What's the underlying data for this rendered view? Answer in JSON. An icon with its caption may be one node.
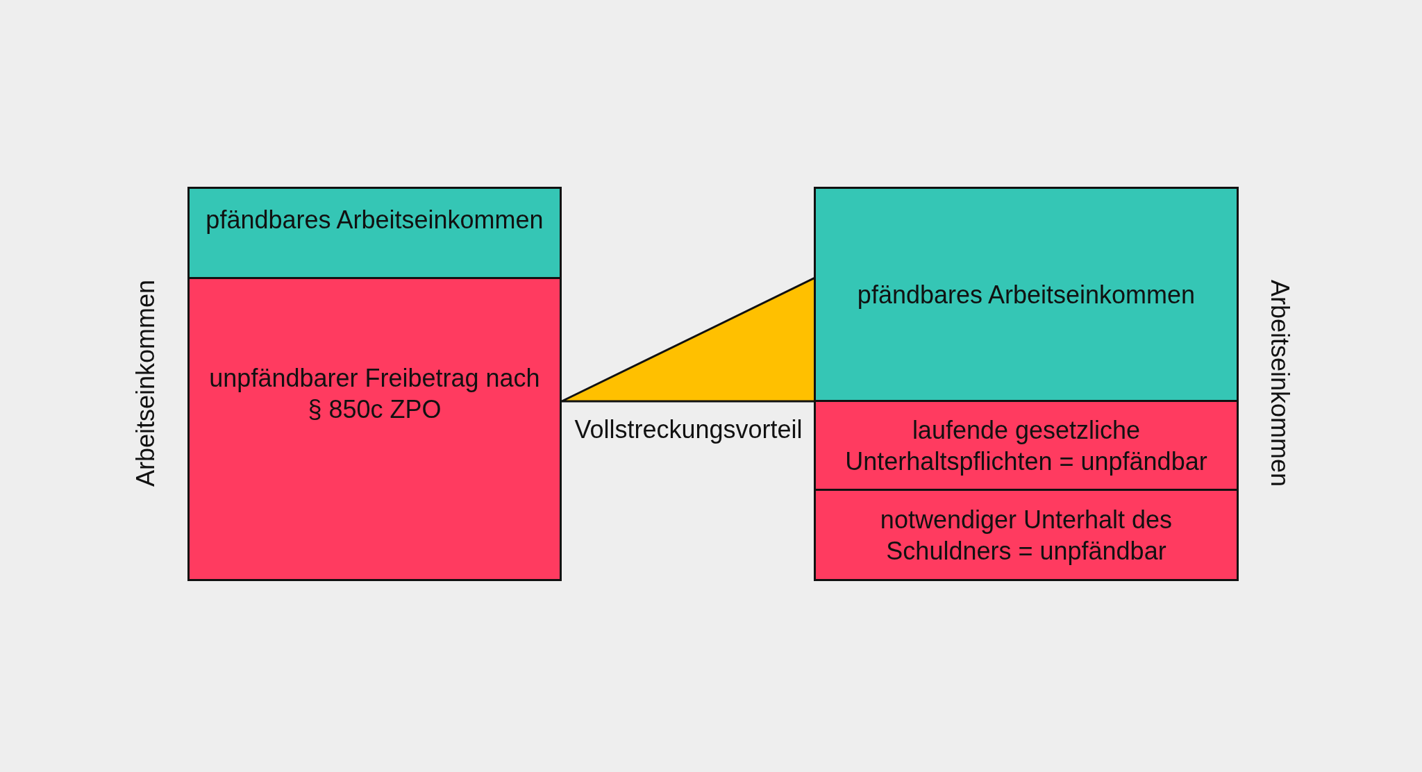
{
  "diagram": {
    "nodes": [
      {
        "text": [
          "pfändbares Arbeitseinkommen"
        ]
      },
      {
        "text": [
          "unpfändbarer Freibetrag nach § 850c ZPO"
        ]
      },
      {
        "text": [],
        "shape": "triangle",
        "beside": [
          "Vollstreckungsvorteil"
        ]
      },
      {
        "text": [
          "pfändbares Arbeitseinkommen"
        ]
      },
      {
        "text": [
          "laufende gesetzliche Unterhaltspflichten = unpfändbar"
        ]
      },
      {
        "text": [
          "notwendiger Unterhalt des Schuldners = unpfändbar"
        ]
      }
    ],
    "edges": [],
    "labels": [
      "Arbeitseinkommen",
      "Arbeitseinkommen"
    ]
  }
}
